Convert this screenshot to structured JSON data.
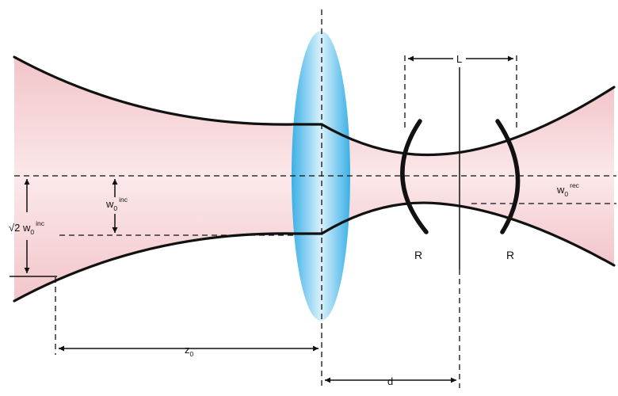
{
  "labels": {
    "sqrt2_w0_inc": {
      "main": "√2 w",
      "sub_index": "0",
      "sup": "inc"
    },
    "w0_inc": {
      "main": "w",
      "sub_index": "0",
      "sup": "inc"
    },
    "w0_rec": {
      "main": "w",
      "sub_index": "0",
      "sup": "rec"
    },
    "z0": {
      "main": "z",
      "sub_index": "0"
    },
    "d": "d",
    "L": "L",
    "mirror_left_R": "R",
    "mirror_right_R": "R"
  },
  "colors": {
    "beam_fill_edge": "#f2c5c9",
    "beam_fill_center": "#fbe8ea",
    "lens_edge": "#3bb0e6",
    "lens_center": "#d9f1fb",
    "line": "#111111"
  }
}
